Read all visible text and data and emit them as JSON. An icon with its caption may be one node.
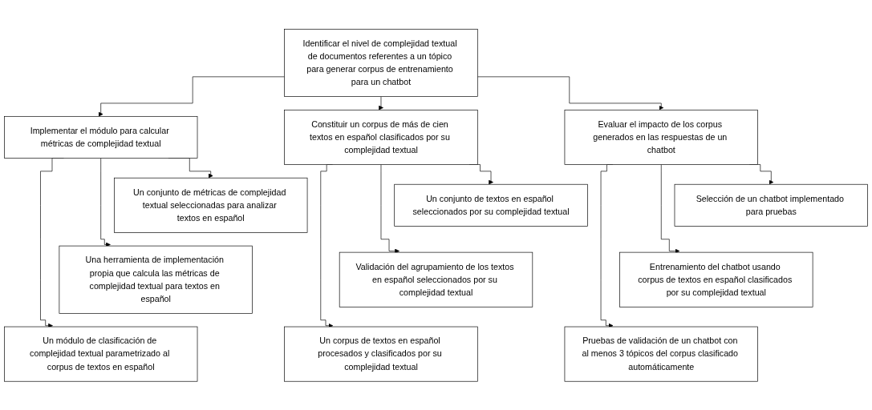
{
  "diagram": {
    "nodes": [
      {
        "text": [
          "Identificar el nivel de complejidad textual de documentos referentes a un tópico para generar corpus de entrenamiento para un chatbot"
        ]
      },
      {
        "text": [
          "Implementar el módulo para calcular métricas de complejidad textual"
        ]
      },
      {
        "text": [
          "Constituir un corpus de más de cien textos en español clasificados por su complejidad textual"
        ]
      },
      {
        "text": [
          "Evaluar el impacto de los corpus generados en las respuestas de un chatbot"
        ]
      },
      {
        "text": [
          "Un conjunto de métricas de complejidad textual seleccionadas para analizar textos en español"
        ]
      },
      {
        "text": [
          "Una herramienta de implementación propia que calcula las métricas de complejidad textual para textos en español"
        ]
      },
      {
        "text": [
          "Un módulo de clasificación de complejidad textual parametrizado al corpus de textos en español"
        ]
      },
      {
        "text": [
          "Un conjunto de textos en español seleccionados por su complejidad textual"
        ]
      },
      {
        "text": [
          "Validación del agrupamiento de los textos en español seleccionados por su complejidad textual"
        ]
      },
      {
        "text": [
          "Un corpus de textos en español procesados y clasificados por su complejidad textual"
        ]
      },
      {
        "text": [
          "Selección de un chatbot implementado para pruebas"
        ]
      },
      {
        "text": [
          "Entrenamiento del chatbot usando corpus de textos en español clasificados por su complejidad textual"
        ]
      },
      {
        "text": [
          "Pruebas de validación de un chatbot con al menos 3 tópicos del corpus clasificado automáticamente"
        ]
      }
    ],
    "edges": [
      {
        "from": 0,
        "to": 1,
        "arrow": "to"
      },
      {
        "from": 0,
        "to": 2,
        "arrow": "to"
      },
      {
        "from": 0,
        "to": 3,
        "arrow": "to"
      },
      {
        "from": 1,
        "to": 4,
        "arrow": "to"
      },
      {
        "from": 1,
        "to": 5,
        "arrow": "to"
      },
      {
        "from": 1,
        "to": 6,
        "arrow": "to"
      },
      {
        "from": 2,
        "to": 7,
        "arrow": "to"
      },
      {
        "from": 2,
        "to": 8,
        "arrow": "to"
      },
      {
        "from": 2,
        "to": 9,
        "arrow": "to"
      },
      {
        "from": 3,
        "to": 10,
        "arrow": "to"
      },
      {
        "from": 3,
        "to": 11,
        "arrow": "to"
      },
      {
        "from": 3,
        "to": 12,
        "arrow": "to"
      }
    ]
  }
}
